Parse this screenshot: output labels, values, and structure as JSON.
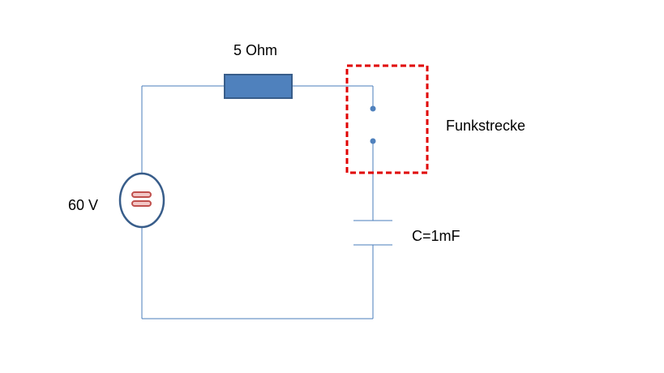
{
  "labels": {
    "resistor": "5 Ohm",
    "spark_gap": "Funkstrecke",
    "voltage_source": "60 V",
    "capacitor": "C=1mF"
  },
  "colors": {
    "wire": "#4a7ebb",
    "resistor_fill": "#4f81bd",
    "resistor_stroke": "#385d8a",
    "source_ring": "#385d8a",
    "source_symbol": "#c0504d",
    "spark_box": "#e00000",
    "contact_dot": "#4f81bd"
  },
  "icons": {
    "voltage_source": "ac-voltage-source-icon",
    "resistor": "resistor-icon",
    "capacitor": "capacitor-icon",
    "spark_gap": "spark-gap-icon"
  }
}
